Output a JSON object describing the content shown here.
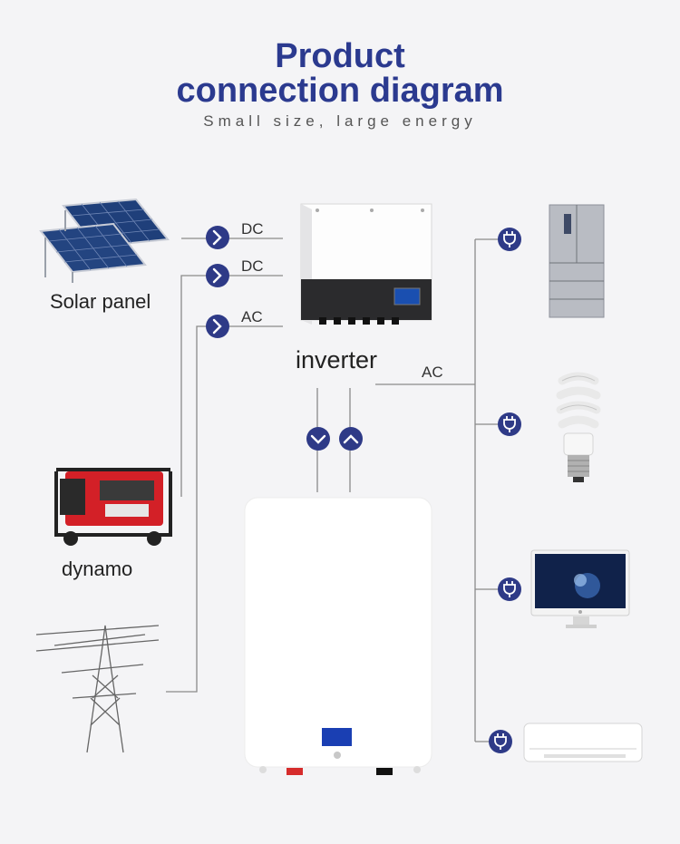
{
  "header": {
    "title_line1": "Product",
    "title_line2": "connection diagram",
    "subtitle": "Small size, large energy"
  },
  "sources": {
    "solar_label": "Solar panel",
    "dynamo_label": "dynamo"
  },
  "inverter": {
    "label": "inverter"
  },
  "connections": {
    "solar_dc": "DC",
    "dynamo_dc": "DC",
    "grid_ac": "AC",
    "output_ac": "AC"
  },
  "colors": {
    "accent": "#2b3a8f",
    "line": "#8a8a8a",
    "connector": "#2e3a87"
  },
  "icons": {
    "arrow": "chevron-right-icon",
    "plug": "plug-icon",
    "down": "chevron-down-icon",
    "up": "chevron-up-icon"
  }
}
